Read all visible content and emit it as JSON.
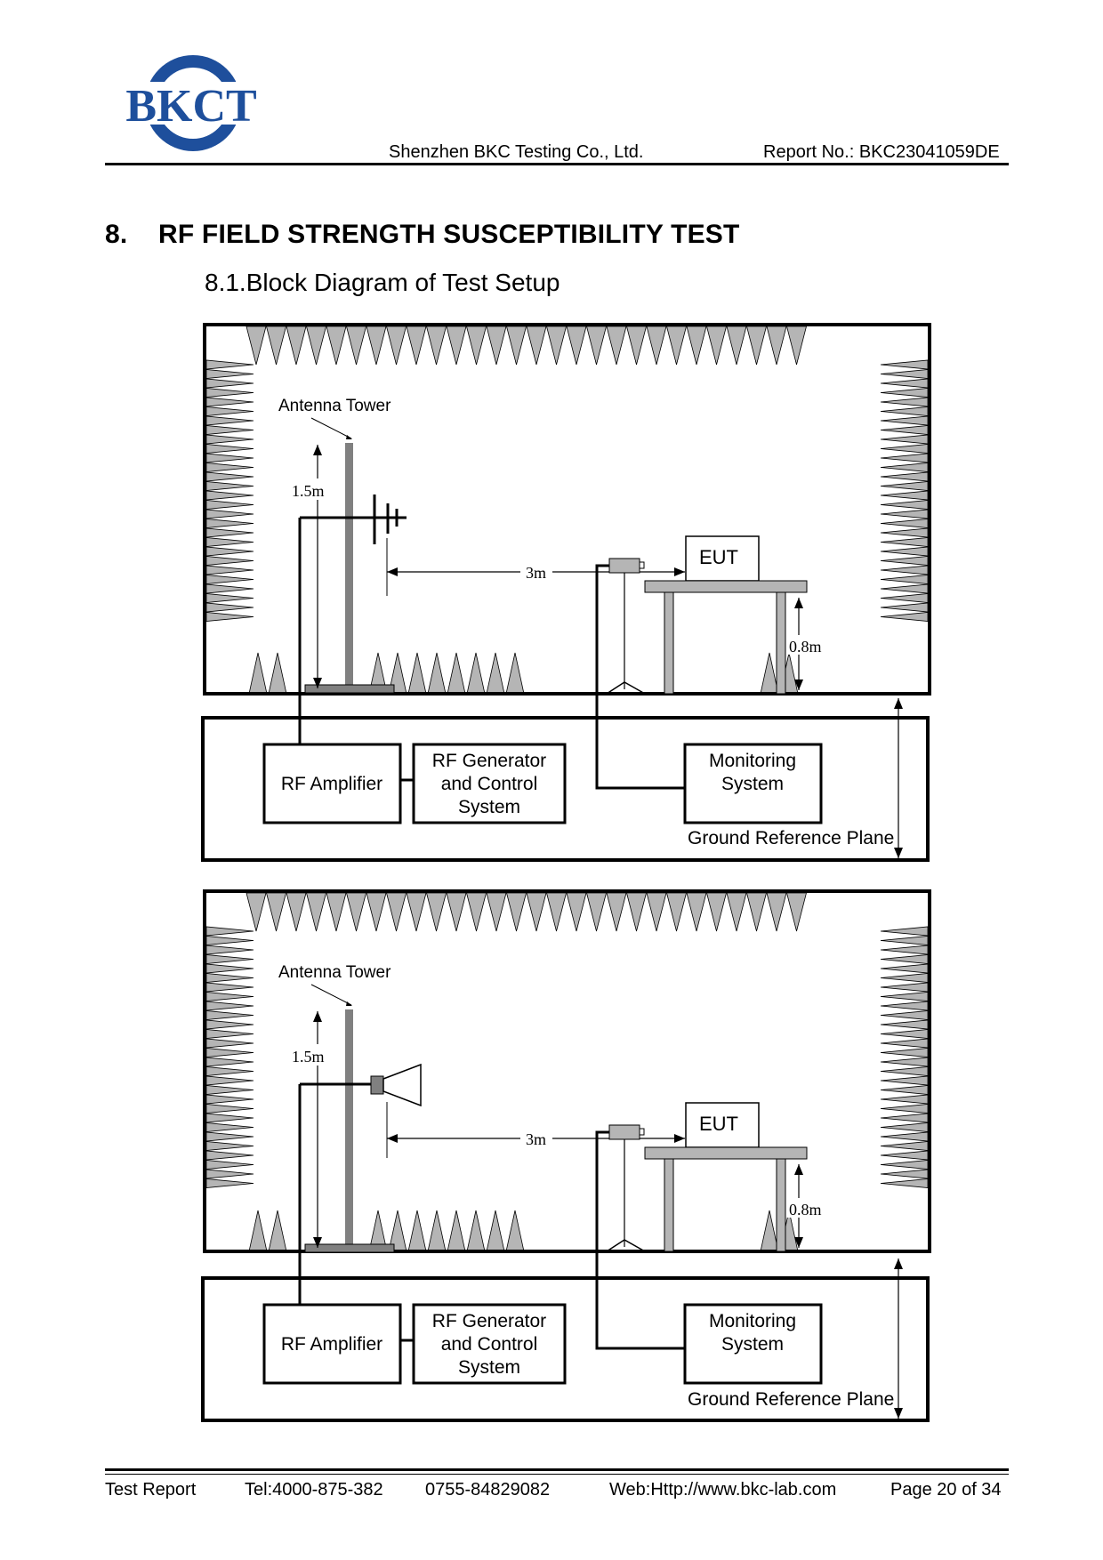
{
  "header": {
    "logo_text": "BKCT",
    "company": "Shenzhen BKC Testing Co., Ltd.",
    "report_no": "Report No.: BKC23041059DE"
  },
  "section": {
    "number": "8.",
    "title": "RF FIELD STRENGTH SUSCEPTIBILITY TEST",
    "subsection": "8.1.Block Diagram of Test Setup"
  },
  "diagrams": [
    {
      "antenna_tower": "Antenna Tower",
      "height_label": "1.5m",
      "distance_label": "3m",
      "eut": "EUT",
      "table_height": "0.8m",
      "rf_amplifier": "RF Amplifier",
      "rf_generator": [
        "RF Generator",
        "and Control",
        "System"
      ],
      "monitoring": [
        "Monitoring",
        "System"
      ],
      "ground_plane": "Ground Reference Plane"
    },
    {
      "antenna_tower": "Antenna Tower",
      "height_label": "1.5m",
      "distance_label": "3m",
      "eut": "EUT",
      "table_height": "0.8m",
      "rf_amplifier": "RF Amplifier",
      "rf_generator": [
        "RF Generator",
        "and Control",
        "System"
      ],
      "monitoring": [
        "Monitoring",
        "System"
      ],
      "ground_plane": "Ground Reference Plane"
    }
  ],
  "footer": {
    "label": "Test Report",
    "tel": "Tel:4000-875-382",
    "phone": "0755-84829082",
    "web": "Web:Http://www.bkc-lab.com",
    "page": "Page 20 of 34"
  },
  "colors": {
    "logo_blue": "#1e4f9c",
    "absorber_gray": "#b5b5b5",
    "tower_gray": "#808080"
  }
}
